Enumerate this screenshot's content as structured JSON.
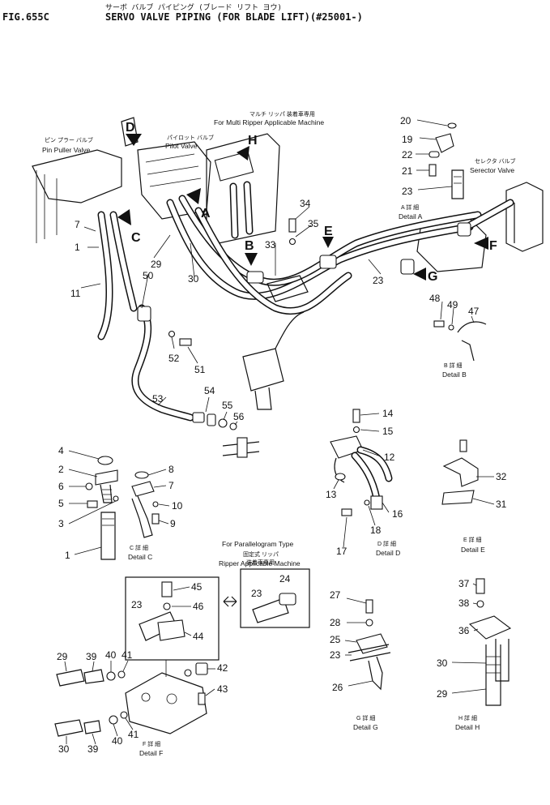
{
  "header": {
    "fig": "FIG.655C",
    "jp_title": "サーボ バルブ パイピング (ブレード リフト ヨウ)",
    "title": "SERVO VALVE PIPING (FOR BLADE LIFT)(#25001-)"
  },
  "captions": {
    "pin_puller_jp": "ピン プラー バルブ",
    "pin_puller": "Pin Puller Valve",
    "pilot_jp": "パイロット バルブ",
    "pilot": "Pilot Valve",
    "multi_ripper_jp": "マルチ リッパ 装着車専用",
    "multi_ripper": "For Multi Ripper Applicable Machine",
    "selector_jp": "セレクタ バルブ",
    "selector": "Serector Valve",
    "parallelogram_en1": "For Parallelogram Type",
    "parallelogram_jp1": "固定式 リッパ",
    "parallelogram_jp2": "装着車専用",
    "parallelogram_en2": "Ripper Applicable Machine"
  },
  "details": {
    "a_jp": "A 詳 細",
    "a": "Detail A",
    "b_jp": "B 詳 細",
    "b": "Detail B",
    "c_jp": "C 詳 細",
    "c": "Detail C",
    "d_jp": "D 詳 細",
    "d": "Detail D",
    "e_jp": "E 詳 細",
    "e": "Detail E",
    "f_jp": "F 詳 細",
    "f": "Detail F",
    "g_jp": "G 詳 細",
    "g": "Detail G",
    "h_jp": "H 詳 細",
    "h": "Detail H"
  },
  "view_letters": {
    "A": "A",
    "B": "B",
    "C": "C",
    "D": "D",
    "E": "E",
    "F": "F",
    "G": "G",
    "H": "H"
  },
  "callouts": {
    "n1": "1",
    "n2": "2",
    "n3": "3",
    "n4": "4",
    "n5": "5",
    "n6": "6",
    "n7": "7",
    "n8": "8",
    "n9": "9",
    "n10": "10",
    "n11": "11",
    "n12": "12",
    "n13": "13",
    "n14": "14",
    "n15": "15",
    "n16": "16",
    "n17": "17",
    "n18": "18",
    "n19": "19",
    "n20": "20",
    "n21": "21",
    "n22": "22",
    "n23": "23",
    "n24": "24",
    "n25": "25",
    "n26": "26",
    "n27": "27",
    "n28": "28",
    "n29": "29",
    "n30": "30",
    "n31": "31",
    "n32": "32",
    "n33": "33",
    "n34": "34",
    "n35": "35",
    "n36": "36",
    "n37": "37",
    "n38": "38",
    "n39": "39",
    "n40": "40",
    "n41": "41",
    "n42": "42",
    "n43": "43",
    "n44": "44",
    "n45": "45",
    "n46": "46",
    "n47": "47",
    "n48": "48",
    "n49": "49",
    "n50": "50",
    "n51": "51",
    "n52": "52",
    "n53": "53",
    "n54": "54",
    "n55": "55",
    "n56": "56"
  }
}
